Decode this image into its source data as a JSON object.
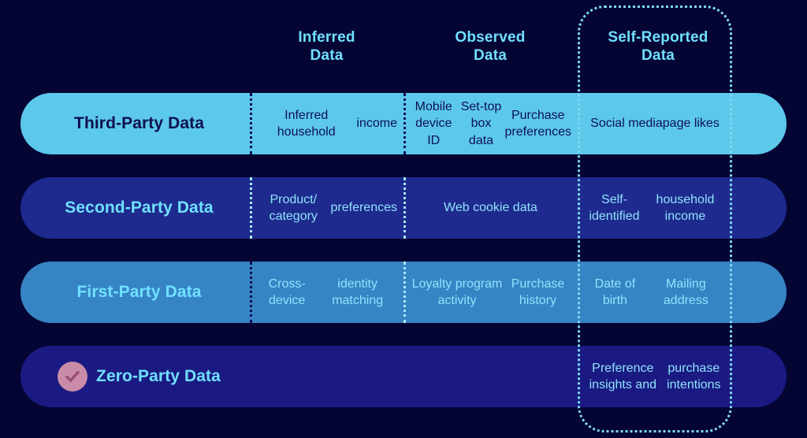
{
  "background_color": "#050534",
  "header": {
    "columns": [
      {
        "line1": "Inferred",
        "line2": "Data"
      },
      {
        "line1": "Observed",
        "line2": "Data"
      },
      {
        "line1": "Self-Reported",
        "line2": "Data"
      }
    ],
    "text_color": "#6fe0ff"
  },
  "highlight": {
    "column": "Self-Reported Data",
    "border_color": "#7fd7f5",
    "style": "dotted"
  },
  "rows": [
    {
      "label": "Third-Party Data",
      "bg_color": "#5cc8ea",
      "text_color": "#0e1152",
      "has_check_badge": false,
      "cells": {
        "inferred": "Inferred household\nincome",
        "observed": "Mobile device ID\nSet-top box data\nPurchase preferences",
        "self_reported": "Social media\npage likes",
        "trailing": ""
      }
    },
    {
      "label": "Second-Party Data",
      "bg_color": "#1e2a8d",
      "text_color": "#6fe0ff",
      "has_check_badge": false,
      "cells": {
        "inferred": "Product/ category\npreferences",
        "observed": "Web cookie data",
        "self_reported": "Self-identified\nhousehold income",
        "trailing": ""
      }
    },
    {
      "label": "First-Party Data",
      "bg_color": "#3784c4",
      "text_color": "#6fe0ff",
      "has_check_badge": false,
      "cells": {
        "inferred": "Cross-device\nidentity matching",
        "observed": "Loyalty program activity\nPurchase history",
        "self_reported": "Date of birth\nMailing address",
        "trailing": ""
      }
    },
    {
      "label": "Zero-Party Data",
      "bg_color": "#1a1a82",
      "text_color": "#6fe0ff",
      "has_check_badge": true,
      "badge_color": "#c98ba8",
      "badge_check_color": "#9c4f6e",
      "cells": {
        "inferred": "",
        "observed": "",
        "self_reported": "Preference insights and\npurchase intentions",
        "trailing": ""
      }
    }
  ]
}
